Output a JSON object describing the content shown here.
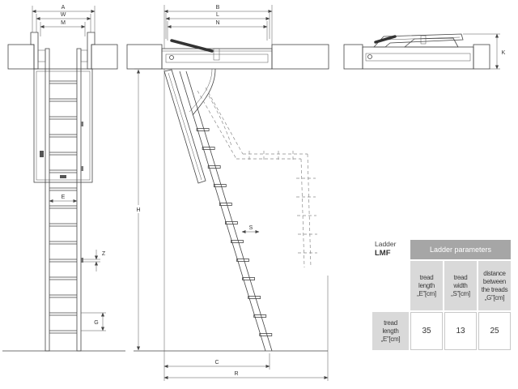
{
  "dimensions": {
    "front": {
      "A": "A",
      "W": "W",
      "M": "M",
      "E": "E",
      "Z": "Z",
      "G": "G"
    },
    "side": {
      "B": "B",
      "L": "L",
      "N": "N",
      "H": "H",
      "S": "S",
      "C": "C",
      "R": "R"
    },
    "folded": {
      "K": "K"
    }
  },
  "table": {
    "title": "Ladder",
    "model": "LMF",
    "header": "Ladder parameters",
    "columns": [
      {
        "lines": [
          "tread",
          "length"
        ],
        "unit": "„E”[cm]"
      },
      {
        "lines": [
          "tread",
          "width"
        ],
        "unit": "„S”[cm]"
      },
      {
        "lines": [
          "distance",
          "between",
          "the treads"
        ],
        "unit": "„G”[cm]"
      }
    ],
    "row": {
      "lines": [
        "tread",
        "length"
      ],
      "unit": "„E”[cm]",
      "values": [
        "35",
        "13",
        "25"
      ]
    }
  },
  "colors": {
    "header_bg": "#a6a6a6",
    "cell_bg": "#d9d9d9",
    "text": "#3a3a3a"
  }
}
